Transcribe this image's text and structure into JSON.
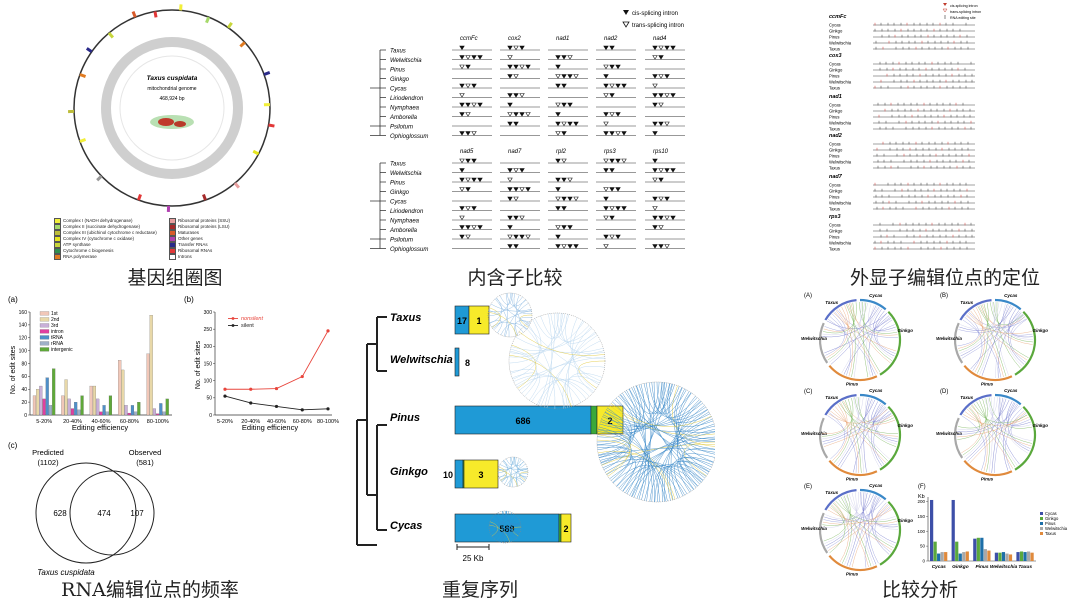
{
  "captions": {
    "genome": "基因组圈图",
    "intron": "内含子比较",
    "exon": "外显子编辑位点的定位",
    "freq": "RNA编辑位点的频率",
    "repeat": "重复序列",
    "compare": "比较分析"
  },
  "genome": {
    "title": "Taxus cuspidata",
    "subtitle": "mitochondrial genome",
    "size": "468,924 bp",
    "legend": [
      {
        "label": "Complex I (NADH dehydrogenase)",
        "color": "#f2ef3a"
      },
      {
        "label": "Complex II (succinate dehydrogenase)",
        "color": "#a6d96a"
      },
      {
        "label": "Complex III (ubichinol cytochrome c reductase)",
        "color": "#bdbd3a"
      },
      {
        "label": "Complex IV (cytochrome c oxidase)",
        "color": "#e6e61e"
      },
      {
        "label": "ATP synthase",
        "color": "#c8d63c"
      },
      {
        "label": "Cytochrome c biogenesis",
        "color": "#2f8f4e"
      },
      {
        "label": "RNA polymerase",
        "color": "#e07b22"
      },
      {
        "label": "Ribosomal proteins (SSU)",
        "color": "#e9a0a0"
      },
      {
        "label": "Ribosomal proteins (LSU)",
        "color": "#a52a2a"
      },
      {
        "label": "Maturases",
        "color": "#d85a2a"
      },
      {
        "label": "Other genes",
        "color": "#b03fb0"
      },
      {
        "label": "Transfer RNAs",
        "color": "#2a2a8a"
      },
      {
        "label": "Ribosomal RNAs",
        "color": "#e23838"
      },
      {
        "label": "Introns",
        "color": "#ffffff"
      }
    ]
  },
  "intron": {
    "legend": [
      "cis-splicing intron",
      "trans-splicing intron"
    ],
    "top_genes": [
      "ccmFc",
      "cox2",
      "nad1",
      "nad2",
      "nad4"
    ],
    "bottom_genes": [
      "nad5",
      "nad7",
      "rpl2",
      "rps3",
      "rps10"
    ],
    "species": [
      "Taxus",
      "Welwitschia",
      "Pinus",
      "Ginkgo",
      "Cycas",
      "Liriodendron",
      "Nymphaea",
      "Amborella",
      "Psilotum",
      "Ophioglossum"
    ]
  },
  "exon": {
    "legend": [
      "cis-splicing intron",
      "trans-splicing intron",
      "RNA editing site"
    ],
    "genes": [
      "ccmFc",
      "cox3",
      "nad1",
      "nad2",
      "nad7",
      "rps3"
    ],
    "species": [
      "Cycas",
      "Ginkgo",
      "Pinus",
      "Welwitschia",
      "Taxus"
    ]
  },
  "freq": {
    "panel_a": "(a)",
    "panel_b": "(b)",
    "panel_c": "(c)",
    "a_ylabel": "No. of edit sites",
    "a_xlabel": "Editing efficiency",
    "a_legend": [
      "1st",
      "2nd",
      "3rd",
      "intron",
      "tRNA",
      "rRNA",
      "intergenic"
    ],
    "b_ylabel": "No. of edit sites",
    "b_xlabel": "Editing efficiency",
    "b_legend": [
      "nonsilent",
      "silent"
    ],
    "venn": {
      "left_title": "Predicted",
      "left_count": "(1102)",
      "right_title": "Observed",
      "right_count": "(581)",
      "left_only": "628",
      "both": "474",
      "right_only": "107",
      "species": "Taxus cuspidata"
    }
  },
  "repeat": {
    "scale": "25 Kb",
    "taxa": [
      {
        "name": "Taxus",
        "blue": "17",
        "yellow": "1"
      },
      {
        "name": "Welwitschia",
        "blue": "8",
        "yellow": ""
      },
      {
        "name": "Pinus",
        "blue": "686",
        "yellow": "2"
      },
      {
        "name": "Ginkgo",
        "blue": "10",
        "yellow": "3"
      },
      {
        "name": "Cycas",
        "blue": "589",
        "yellow": "2"
      }
    ]
  },
  "compare": {
    "labels": [
      "(A)",
      "(B)",
      "(C)",
      "(D)",
      "(E)",
      "(F)"
    ],
    "taxa": [
      "Taxus",
      "Cycas",
      "Ginkgo",
      "Pinus",
      "Welwitschia"
    ],
    "f_ylabel": "Kb",
    "f_legend": [
      "Cycas",
      "Ginkgo",
      "Pinus",
      "Welwitschia",
      "Taxus"
    ],
    "f_categories": [
      "Cycas",
      "Ginkgo",
      "Pinus",
      "Welwitschia",
      "Taxus"
    ]
  },
  "chart_data": [
    {
      "type": "bar",
      "title": "",
      "xlabel": "Editing efficiency",
      "ylabel": "No. of edit sites",
      "categories": [
        "5-20%",
        "20-40%",
        "40-60%",
        "60-80%",
        "80-100%"
      ],
      "ylim": [
        0,
        160
      ],
      "yticks": [
        0,
        20,
        40,
        60,
        80,
        100,
        120,
        140,
        160
      ],
      "series": [
        {
          "name": "1st",
          "color": "#f1c7b8",
          "values": [
            30,
            30,
            45,
            85,
            95
          ]
        },
        {
          "name": "2nd",
          "color": "#e8d8a8",
          "values": [
            40,
            55,
            45,
            70,
            155
          ]
        },
        {
          "name": "3rd",
          "color": "#c9b0d8",
          "values": [
            45,
            25,
            25,
            15,
            10
          ]
        },
        {
          "name": "intron",
          "color": "#e03fa0",
          "values": [
            25,
            10,
            5,
            3,
            2
          ]
        },
        {
          "name": "tRNA",
          "color": "#4f8fc8",
          "values": [
            58,
            20,
            15,
            15,
            18
          ]
        },
        {
          "name": "rRNA",
          "color": "#9fb0c8",
          "values": [
            15,
            8,
            5,
            5,
            5
          ]
        },
        {
          "name": "intergenic",
          "color": "#5fa83a",
          "values": [
            72,
            30,
            30,
            20,
            25
          ]
        }
      ]
    },
    {
      "type": "line",
      "title": "",
      "xlabel": "Editing efficiency",
      "ylabel": "No. of edit sites",
      "categories": [
        "5-20%",
        "20-40%",
        "40-60%",
        "60-80%",
        "80-100%"
      ],
      "ylim": [
        0,
        300
      ],
      "yticks": [
        0,
        50,
        100,
        150,
        200,
        250,
        300
      ],
      "series": [
        {
          "name": "nonsilent",
          "color": "#e8453c",
          "values": [
            75,
            75,
            77,
            112,
            245
          ]
        },
        {
          "name": "silent",
          "color": "#222222",
          "values": [
            55,
            35,
            25,
            15,
            18
          ]
        }
      ]
    },
    {
      "type": "bar",
      "title": "",
      "xlabel": "",
      "ylabel": "Kb",
      "categories": [
        "Cycas",
        "Ginkgo",
        "Pinus",
        "Welwitschia",
        "Taxus"
      ],
      "ylim": [
        0,
        200
      ],
      "yticks": [
        0,
        50,
        100,
        150,
        200
      ],
      "series": [
        {
          "name": "Cycas",
          "color": "#3d4fa8",
          "values": [
            205,
            205,
            75,
            28,
            30
          ]
        },
        {
          "name": "Ginkgo",
          "color": "#5aa83c",
          "values": [
            65,
            65,
            78,
            28,
            32
          ]
        },
        {
          "name": "Pinus",
          "color": "#1d6fa8",
          "values": [
            25,
            25,
            78,
            30,
            30
          ]
        },
        {
          "name": "Welwitschia",
          "color": "#a8a8a8",
          "values": [
            30,
            30,
            40,
            25,
            32
          ]
        },
        {
          "name": "Taxus",
          "color": "#e08a3c",
          "values": [
            30,
            32,
            35,
            22,
            28
          ]
        }
      ]
    }
  ]
}
